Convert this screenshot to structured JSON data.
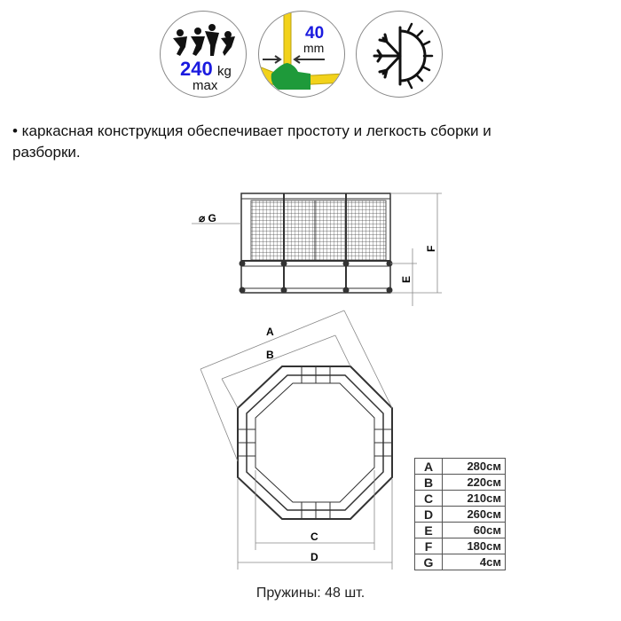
{
  "badges": {
    "capacity": {
      "value": "240",
      "unit": "kg",
      "note": "max"
    },
    "tube": {
      "value": "40",
      "unit": "mm"
    },
    "season": {
      "icon": "snowflake-sun-icon"
    }
  },
  "description": "• каркасная конструкция обеспечивает простоту и легкость сборки и разборки.",
  "diagram_labels": {
    "A": "A",
    "B": "B",
    "C": "C",
    "D": "D",
    "E": "E",
    "F": "F",
    "G": "⌀ G"
  },
  "dimensions": [
    {
      "key": "A",
      "value": "280см"
    },
    {
      "key": "B",
      "value": "220см"
    },
    {
      "key": "C",
      "value": "210см"
    },
    {
      "key": "D",
      "value": "260см"
    },
    {
      "key": "E",
      "value": "60см"
    },
    {
      "key": "F",
      "value": "180см"
    },
    {
      "key": "G",
      "value": "4см"
    }
  ],
  "springs": "Пружины: 48 шт.",
  "colors": {
    "blue": "#1a1adf",
    "yellow": "#f2d21b",
    "green": "#1e9a3a"
  }
}
